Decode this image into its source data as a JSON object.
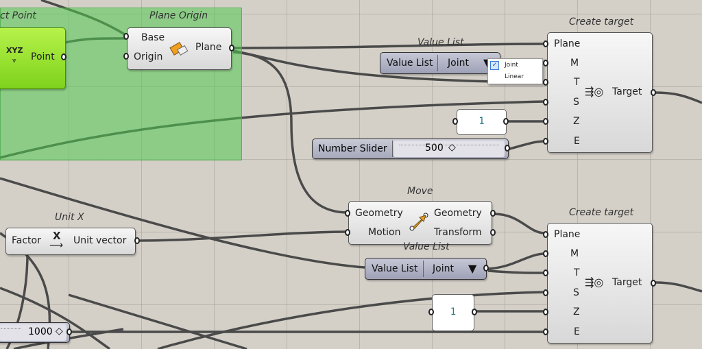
{
  "groups": {
    "green_group_title": "Plane Origin",
    "construct_point_title": "ct Point"
  },
  "construct_point": {
    "icon": "XYZ",
    "output": "Point"
  },
  "plane_origin": {
    "input_base": "Base",
    "input_origin": "Origin",
    "output": "Plane",
    "icon": "plane-origin-icon"
  },
  "value_list_1": {
    "title": "Value List",
    "label": "Value List",
    "selected": "Joint",
    "options": [
      {
        "label": "Joint",
        "checked": true
      },
      {
        "label": "Linear",
        "checked": false
      }
    ]
  },
  "create_target_1": {
    "title": "Create target",
    "inputs": [
      "Plane",
      "M",
      "T",
      "S",
      "Z",
      "E"
    ],
    "output": "Target"
  },
  "panel_1": {
    "value": "1"
  },
  "slider_1": {
    "label": "Number Slider",
    "value": "500"
  },
  "move": {
    "title": "Move",
    "input_geometry": "Geometry",
    "input_motion": "Motion",
    "output_geometry": "Geometry",
    "output_transform": "Transform"
  },
  "unit_x": {
    "title": "Unit X",
    "input": "Factor",
    "icon": "X",
    "output": "Unit vector"
  },
  "value_list_2": {
    "title": "Value List",
    "label": "Value List",
    "selected": "Joint"
  },
  "create_target_2": {
    "title": "Create target",
    "inputs": [
      "Plane",
      "M",
      "T",
      "S",
      "Z",
      "E"
    ],
    "output": "Target"
  },
  "panel_2": {
    "value": "1"
  },
  "slider_2": {
    "value": "1000"
  },
  "colors": {
    "canvas": "#d4d0c8",
    "group_green": "#5ac85a",
    "point_green": "#9be030",
    "wire": "#4a4a4a"
  }
}
